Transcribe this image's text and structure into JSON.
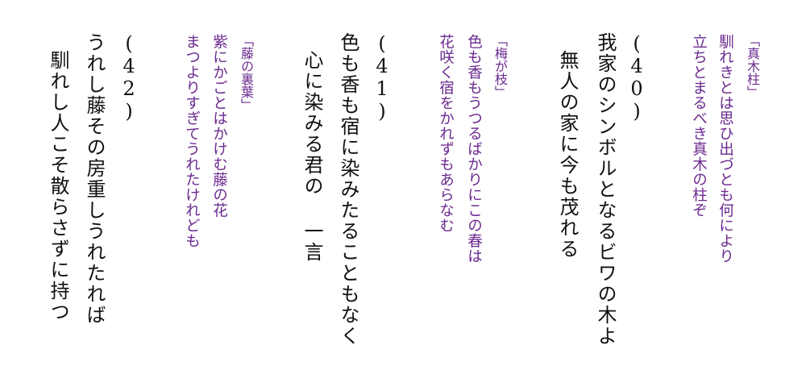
{
  "sections": [
    {
      "reference": {
        "title": "「真木柱」",
        "line1": "馴れきとは思ひ出づとも何により",
        "line2": "立ちとまるべき真木の柱ぞ"
      },
      "poem": {
        "number": "(40)",
        "line1": "我家のシンボルとなるビワの木よ",
        "line2": "無人の家に今も茂れる"
      }
    },
    {
      "reference": {
        "title": "「梅が枝」",
        "line1": "色も香もうつるばかりにこの春は",
        "line2": "花咲く宿をかれずもあらなむ"
      },
      "poem": {
        "number": "(41)",
        "line1": "色も香も宿に染みたることもなく",
        "line2": "心に染みる君の 一言"
      }
    },
    {
      "reference": {
        "title": "「藤の裏葉」",
        "line1": "紫にかごとはかけむ藤の花",
        "line2": "まつよりすぎてうれたけれども"
      },
      "poem": {
        "number": "(42)",
        "line1": "うれし藤その房重しうれたれば",
        "line2": "馴れし人こそ散らさずに持つ"
      }
    }
  ]
}
